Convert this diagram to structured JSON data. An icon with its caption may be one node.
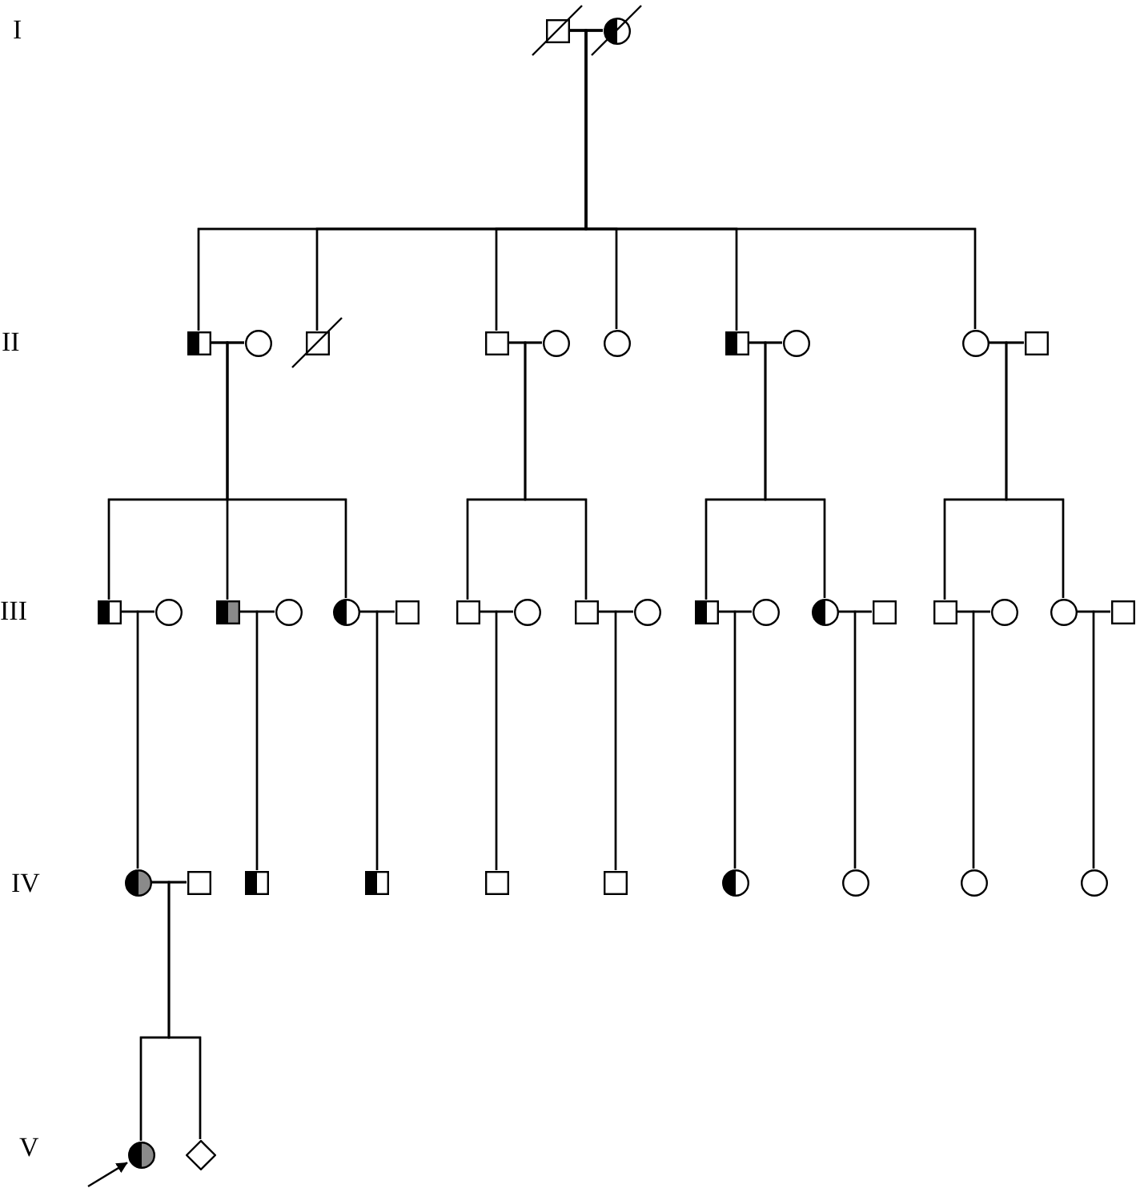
{
  "diagram": {
    "nodes": [
      {
        "text": [],
        "shape": "box"
      },
      {
        "text": [],
        "shape": "circle"
      },
      {
        "text": [],
        "shape": "box"
      },
      {
        "text": [],
        "shape": "circle"
      },
      {
        "text": [],
        "shape": "box"
      },
      {
        "text": [],
        "shape": "box"
      },
      {
        "text": [],
        "shape": "circle"
      },
      {
        "text": [],
        "shape": "circle"
      },
      {
        "text": [],
        "shape": "box"
      },
      {
        "text": [],
        "shape": "circle"
      },
      {
        "text": [],
        "shape": "circle"
      },
      {
        "text": [],
        "shape": "box"
      },
      {
        "text": [],
        "shape": "box"
      },
      {
        "text": [],
        "shape": "circle"
      },
      {
        "text": [],
        "shape": "box"
      },
      {
        "text": [],
        "shape": "circle"
      },
      {
        "text": [],
        "shape": "circle"
      },
      {
        "text": [],
        "shape": "box"
      },
      {
        "text": [],
        "shape": "box"
      },
      {
        "text": [],
        "shape": "circle"
      },
      {
        "text": [],
        "shape": "box"
      },
      {
        "text": [],
        "shape": "circle"
      },
      {
        "text": [],
        "shape": "box"
      },
      {
        "text": [],
        "shape": "circle"
      },
      {
        "text": [],
        "shape": "circle"
      },
      {
        "text": [],
        "shape": "box"
      },
      {
        "text": [],
        "shape": "box"
      },
      {
        "text": [],
        "shape": "circle"
      },
      {
        "text": [],
        "shape": "circle"
      },
      {
        "text": [],
        "shape": "box"
      },
      {
        "text": [],
        "shape": "circle"
      },
      {
        "text": [],
        "shape": "box"
      },
      {
        "text": [],
        "shape": "box"
      },
      {
        "text": [],
        "shape": "box"
      },
      {
        "text": [],
        "shape": "box"
      },
      {
        "text": [],
        "shape": "box"
      },
      {
        "text": [],
        "shape": "circle"
      },
      {
        "text": [],
        "shape": "circle"
      },
      {
        "text": [],
        "shape": "circle"
      },
      {
        "text": [],
        "shape": "circle"
      },
      {
        "text": [],
        "shape": "circle"
      },
      {
        "text": [],
        "shape": "diamond"
      }
    ],
    "edges": [
      {
        "from": 0,
        "to": 1,
        "arrow": "none"
      },
      {
        "from": 0,
        "to": 2,
        "arrow": "none"
      },
      {
        "from": 0,
        "to": 4,
        "arrow": "none"
      },
      {
        "from": 0,
        "to": 5,
        "arrow": "none"
      },
      {
        "from": 0,
        "to": 7,
        "arrow": "none"
      },
      {
        "from": 0,
        "to": 8,
        "arrow": "none"
      },
      {
        "from": 0,
        "to": 10,
        "arrow": "none"
      },
      {
        "from": 1,
        "to": 2,
        "arrow": "none"
      },
      {
        "from": 1,
        "to": 4,
        "arrow": "none"
      },
      {
        "from": 1,
        "to": 5,
        "arrow": "none"
      },
      {
        "from": 1,
        "to": 7,
        "arrow": "none"
      },
      {
        "from": 1,
        "to": 8,
        "arrow": "none"
      },
      {
        "from": 1,
        "to": 10,
        "arrow": "none"
      },
      {
        "from": 2,
        "to": 3,
        "arrow": "none"
      },
      {
        "from": 2,
        "to": 12,
        "arrow": "none"
      },
      {
        "from": 2,
        "to": 14,
        "arrow": "none"
      },
      {
        "from": 2,
        "to": 16,
        "arrow": "none"
      },
      {
        "from": 3,
        "to": 12,
        "arrow": "none"
      },
      {
        "from": 3,
        "to": 14,
        "arrow": "none"
      },
      {
        "from": 3,
        "to": 16,
        "arrow": "none"
      },
      {
        "from": 5,
        "to": 6,
        "arrow": "none"
      },
      {
        "from": 5,
        "to": 18,
        "arrow": "none"
      },
      {
        "from": 5,
        "to": 20,
        "arrow": "none"
      },
      {
        "from": 6,
        "to": 18,
        "arrow": "none"
      },
      {
        "from": 6,
        "to": 20,
        "arrow": "none"
      },
      {
        "from": 8,
        "to": 9,
        "arrow": "none"
      },
      {
        "from": 8,
        "to": 22,
        "arrow": "none"
      },
      {
        "from": 8,
        "to": 24,
        "arrow": "none"
      },
      {
        "from": 9,
        "to": 22,
        "arrow": "none"
      },
      {
        "from": 9,
        "to": 24,
        "arrow": "none"
      },
      {
        "from": 10,
        "to": 11,
        "arrow": "none"
      },
      {
        "from": 10,
        "to": 26,
        "arrow": "none"
      },
      {
        "from": 10,
        "to": 28,
        "arrow": "none"
      },
      {
        "from": 11,
        "to": 26,
        "arrow": "none"
      },
      {
        "from": 11,
        "to": 28,
        "arrow": "none"
      },
      {
        "from": 12,
        "to": 13,
        "arrow": "none"
      },
      {
        "from": 12,
        "to": 30,
        "arrow": "none"
      },
      {
        "from": 13,
        "to": 30,
        "arrow": "none"
      },
      {
        "from": 14,
        "to": 15,
        "arrow": "none"
      },
      {
        "from": 14,
        "to": 32,
        "arrow": "none"
      },
      {
        "from": 15,
        "to": 32,
        "arrow": "none"
      },
      {
        "from": 16,
        "to": 17,
        "arrow": "none"
      },
      {
        "from": 16,
        "to": 33,
        "arrow": "none"
      },
      {
        "from": 17,
        "to": 33,
        "arrow": "none"
      },
      {
        "from": 18,
        "to": 19,
        "arrow": "none"
      },
      {
        "from": 18,
        "to": 34,
        "arrow": "none"
      },
      {
        "from": 19,
        "to": 34,
        "arrow": "none"
      },
      {
        "from": 20,
        "to": 21,
        "arrow": "none"
      },
      {
        "from": 20,
        "to": 35,
        "arrow": "none"
      },
      {
        "from": 21,
        "to": 35,
        "arrow": "none"
      },
      {
        "from": 22,
        "to": 23,
        "arrow": "none"
      },
      {
        "from": 22,
        "to": 36,
        "arrow": "none"
      },
      {
        "from": 23,
        "to": 36,
        "arrow": "none"
      },
      {
        "from": 24,
        "to": 25,
        "arrow": "none"
      },
      {
        "from": 24,
        "to": 37,
        "arrow": "none"
      },
      {
        "from": 25,
        "to": 37,
        "arrow": "none"
      },
      {
        "from": 26,
        "to": 27,
        "arrow": "none"
      },
      {
        "from": 26,
        "to": 38,
        "arrow": "none"
      },
      {
        "from": 27,
        "to": 38,
        "arrow": "none"
      },
      {
        "from": 28,
        "to": 29,
        "arrow": "none"
      },
      {
        "from": 28,
        "to": 39,
        "arrow": "none"
      },
      {
        "from": 29,
        "to": 39,
        "arrow": "none"
      },
      {
        "from": 30,
        "to": 31,
        "arrow": "none"
      },
      {
        "from": 30,
        "to": 40,
        "arrow": "none"
      },
      {
        "from": 30,
        "to": 41,
        "arrow": "none"
      },
      {
        "from": 31,
        "to": 40,
        "arrow": "none"
      },
      {
        "from": 31,
        "to": 41,
        "arrow": "none"
      },
      {
        "from": null,
        "to": 40,
        "arrow": "to"
      }
    ],
    "labels": [
      "I",
      "II",
      "III",
      "IV",
      "V"
    ]
  }
}
